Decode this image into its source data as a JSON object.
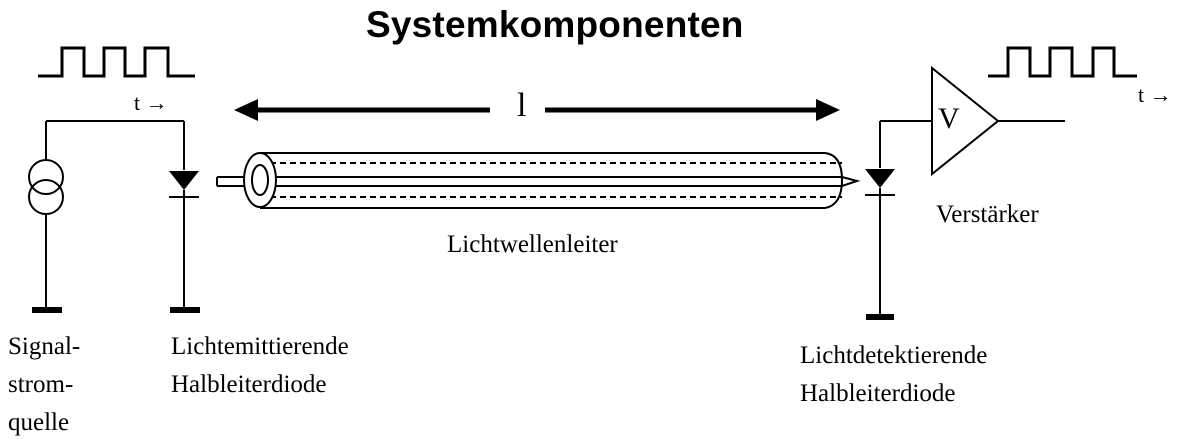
{
  "title": "Systemkomponenten",
  "length_label": "l",
  "time_label_left": "t →",
  "time_label_right": "t →",
  "amplifier_symbol": "V",
  "labels": {
    "signal_source": [
      "Signal-",
      "strom-",
      "quelle"
    ],
    "emitter_diode": [
      "Lichtemittierende",
      "Halbleiterdiode"
    ],
    "fiber": "Lichtwellenleiter",
    "amplifier": "Verstärker",
    "detector_diode": [
      "Lichtdetektierende",
      "Halbleiterdiode"
    ]
  }
}
